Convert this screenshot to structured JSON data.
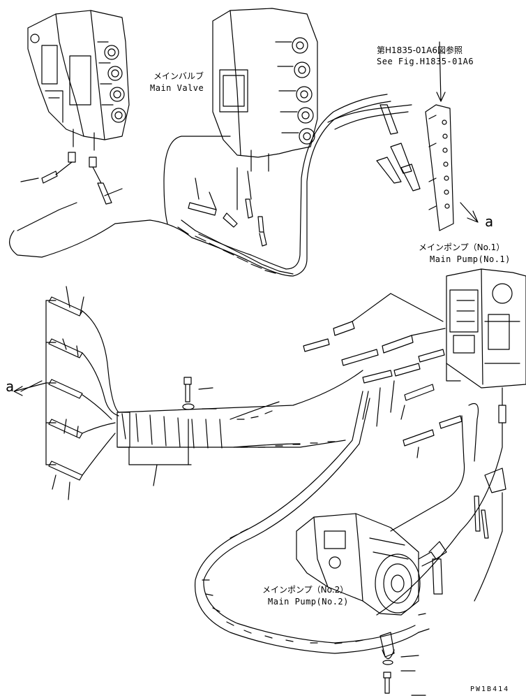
{
  "labels": {
    "main_valve_jp": "メインバルブ",
    "main_valve_en": "Main Valve",
    "see_fig_jp": "第H1835-01A6図参照",
    "see_fig_en": "See Fig.H1835-01A6",
    "pump1_jp": "メインポンプ（No.1）",
    "pump1_en": "Main Pump(No.1)",
    "pump2_jp": "メインポンプ（No.2）",
    "pump2_en": "Main Pump(No.2)",
    "ref_a_right": "a",
    "ref_a_left": "a",
    "drawing_code": "PW1B414"
  },
  "colors": {
    "line": "#000000",
    "background": "#ffffff"
  }
}
